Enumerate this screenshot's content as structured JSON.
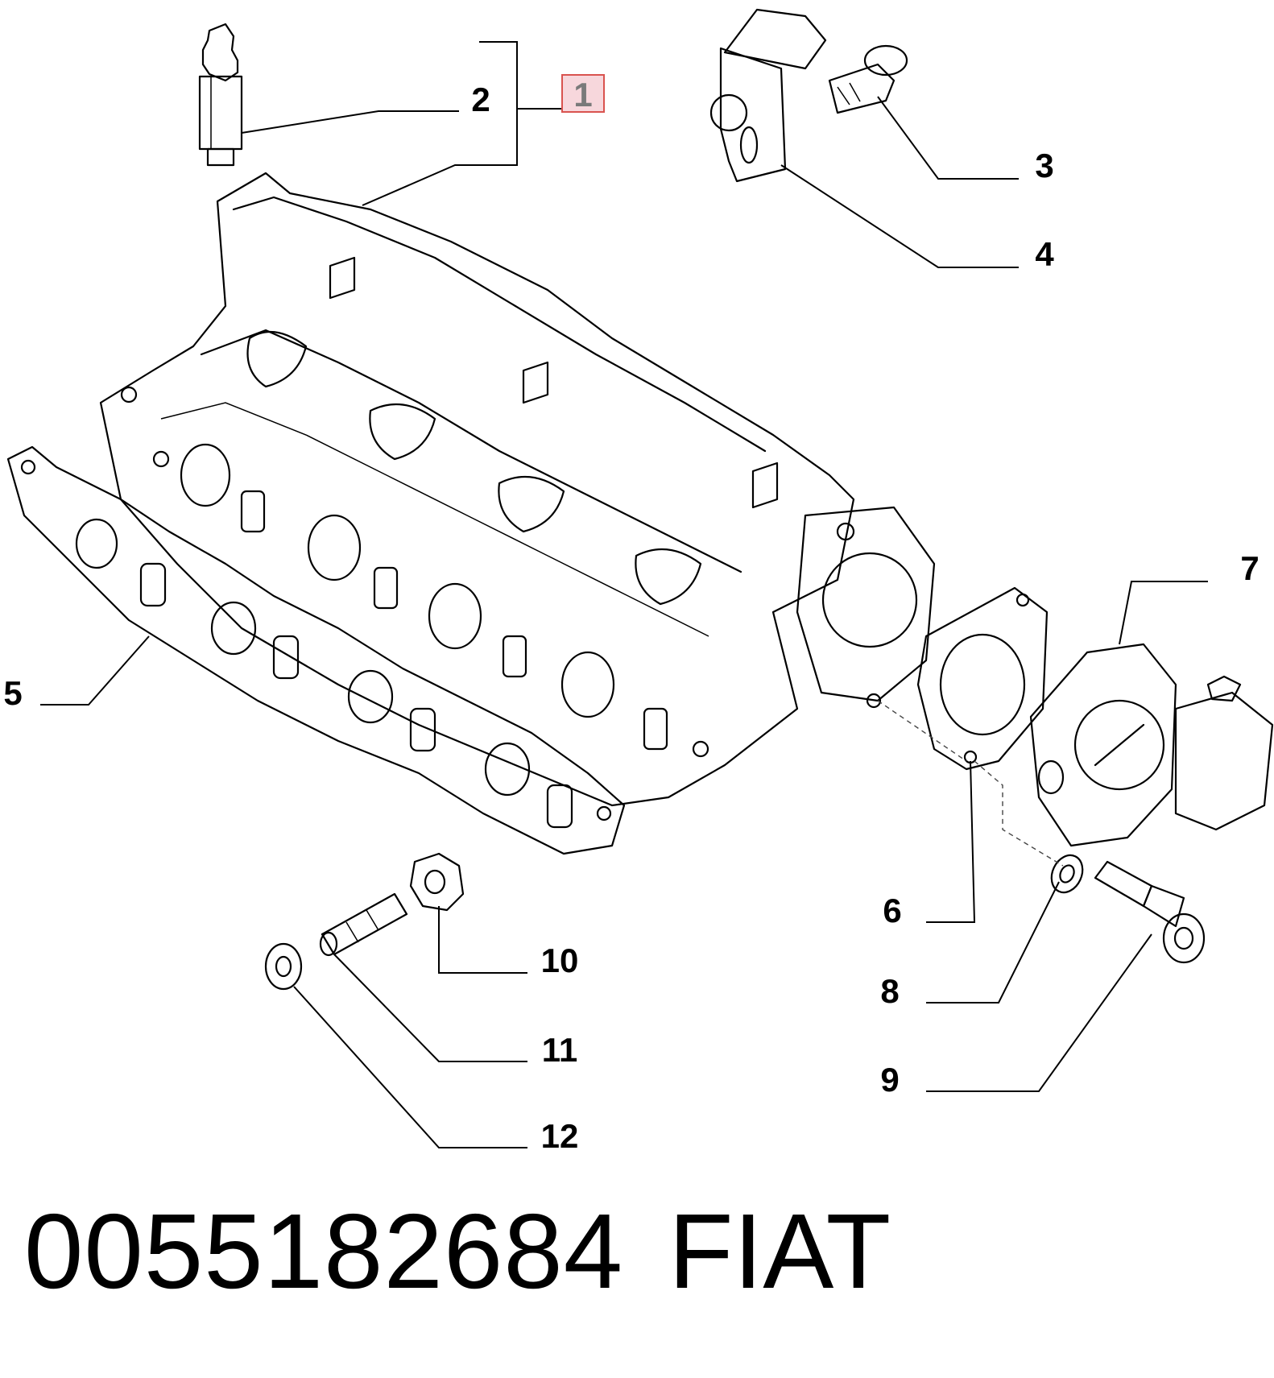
{
  "callouts": {
    "c1": "1",
    "c2": "2",
    "c3": "3",
    "c4": "4",
    "c5": "5",
    "c6": "6",
    "c7": "7",
    "c8": "8",
    "c9": "9",
    "c10": "10",
    "c11": "11",
    "c12": "12"
  },
  "highlighted_callout": "1",
  "footer": {
    "part_number": "0055182684",
    "brand": "FIAT"
  },
  "colors": {
    "line": "#000000",
    "highlight_border": "#d9534f",
    "highlight_fill": "#f7d7dc"
  }
}
